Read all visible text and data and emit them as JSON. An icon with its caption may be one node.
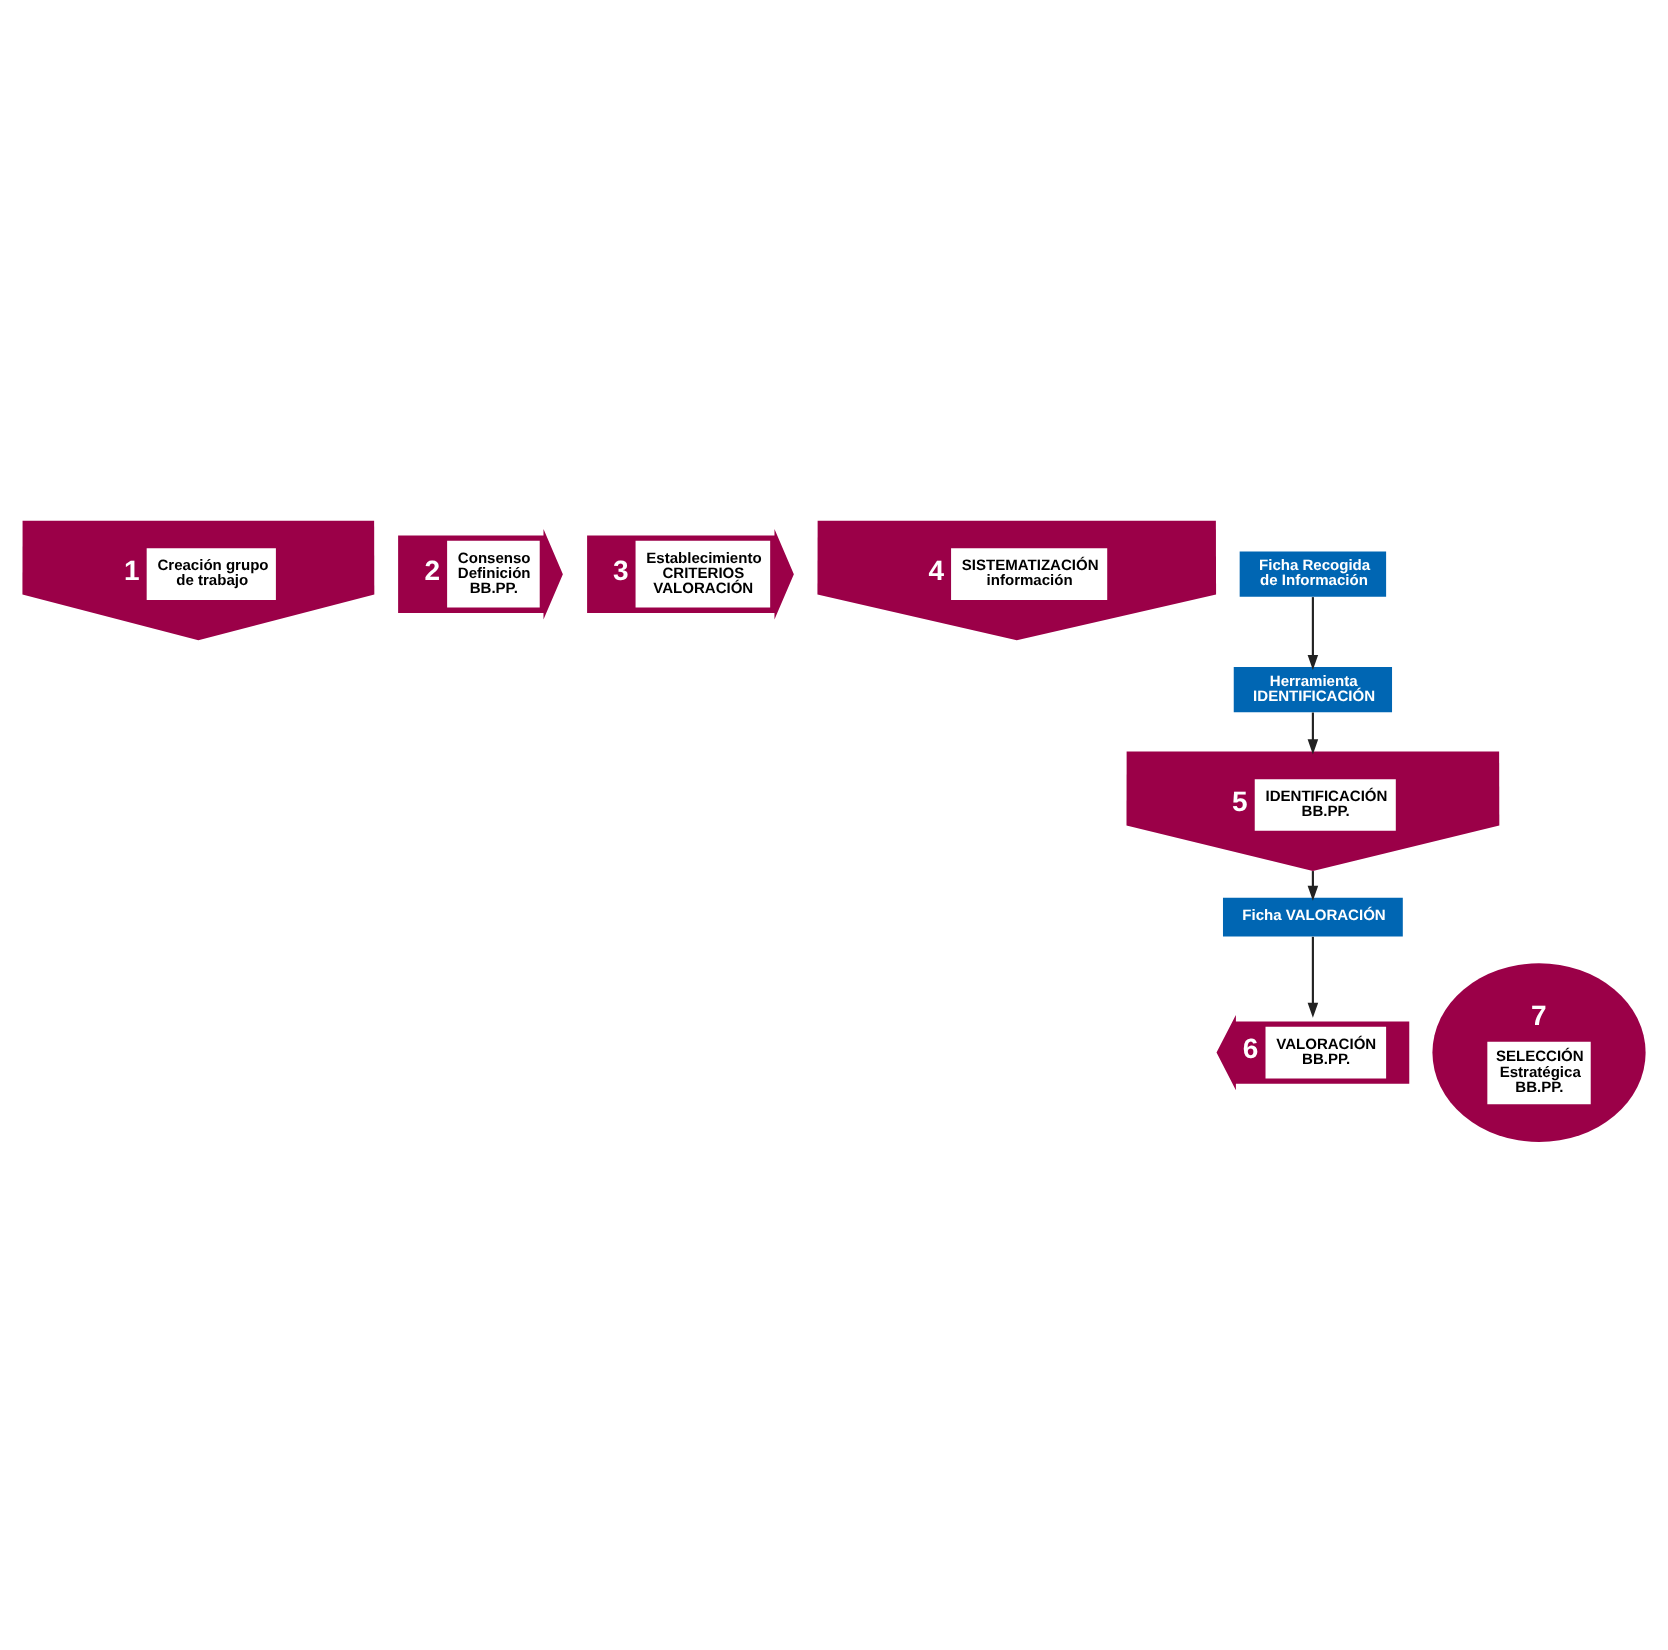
{
  "diagram": {
    "nodes": [
      {
        "text": [
          "1",
          "Creación grupo de trabajo"
        ]
      },
      {
        "text": [
          "2",
          "Consenso Definición BB.PP."
        ]
      },
      {
        "text": [
          "3",
          "Establecimiento CRITERIOS VALORACIÓN"
        ]
      },
      {
        "text": [
          "4",
          "SISTEMATIZACIÓN información"
        ]
      },
      {
        "text": [
          "Ficha Recogida de Información"
        ]
      },
      {
        "text": [
          "Herramienta IDENTIFICACIÓN"
        ]
      },
      {
        "text": [
          "5",
          "IDENTIFICACIÓN BB.PP."
        ]
      },
      {
        "text": [
          "Ficha VALORACIÓN"
        ]
      },
      {
        "text": [
          "6",
          "VALORACIÓN BB.PP."
        ]
      },
      {
        "text": [
          "7",
          "SELECCIÓN Estratégica BB.PP."
        ]
      }
    ],
    "edges": [
      {
        "from": 4,
        "to": 5,
        "arrow": "to"
      },
      {
        "from": 5,
        "to": 6,
        "arrow": "to"
      },
      {
        "from": 6,
        "to": 7,
        "arrow": "to"
      },
      {
        "from": 7,
        "to": 8,
        "arrow": "to"
      }
    ]
  }
}
